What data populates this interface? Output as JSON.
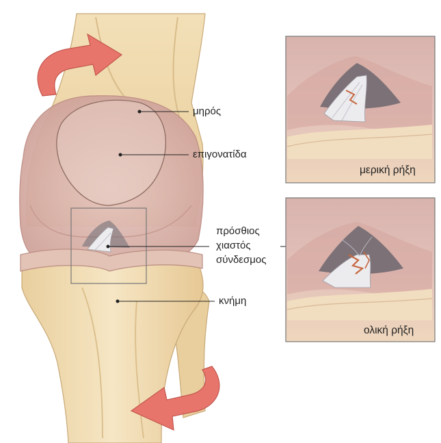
{
  "labels": {
    "femur": "μηρός",
    "patella": "επιγονατίδα",
    "acl": "πρόσθιος\nχιαστός\nσύνδεσμος",
    "tibia": "κνήμη"
  },
  "panels": {
    "partial": "μερική ρήξη",
    "complete": "ολική ρήξη"
  },
  "colors": {
    "bone": "#f1dcb2",
    "cartilage": "#ddb9b0",
    "arrow": "#e8756c",
    "ligament": "#e9e7ea",
    "tear": "#c6673f",
    "frame": "#777777"
  },
  "icons": {
    "arrow_top": "rotation-arrow-icon",
    "arrow_bottom": "rotation-arrow-icon"
  }
}
